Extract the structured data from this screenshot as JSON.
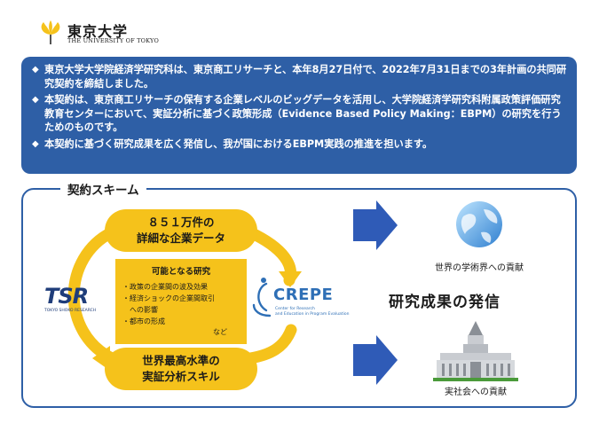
{
  "logo": {
    "name_ja": "東京大学",
    "name_en": "THE UNIVERSITY OF TOKYO"
  },
  "summary": [
    "東京大学大学院経済学研究科は、東京商工リサーチと、本年8月27日付で、2022年7月31日までの3年計画の共同研究契約を締結しました。",
    "本契約は、東京商工リサーチの保有する企業レベルのビッグデータを活用し、大学院経済学研究科附属政策評価研究教育センターにおいて、実証分析に基づく政策形成（Evidence Based Policy Making：EBPM）の研究を行うためのものです。",
    "本契約に基づく研究成果を広く発信し、我が国におけるEBPM実践の推進を担います。"
  ],
  "bullet_glyph": "◆",
  "scheme": {
    "title": "契約スキーム",
    "top_pill": [
      "８５１万件の",
      "詳細な企業データ"
    ],
    "bottom_pill": [
      "世界最高水準の",
      "実証分析スキル"
    ],
    "inner_title": "可能となる研究",
    "inner_items": [
      "・政策の企業間の波及効果",
      "・経済ショックの企業間取引",
      "　への影響",
      "・都市の形成"
    ],
    "inner_etc": "など",
    "tsr": {
      "name": "TSR",
      "sub": "TOKYO SHOKO RESEARCH"
    },
    "crepe": {
      "name": "CREPE",
      "sub1": "Center for Research",
      "sub2": "and Education in Program Evaluation"
    },
    "top_output_label": "世界の学術界への貢献",
    "bottom_output_label": "実社会への貢献",
    "result_title": "研究成果の発信"
  },
  "colors": {
    "primary_blue": "#2e5fa6",
    "yellow": "#f5c21b",
    "arrow_blue": "#2f5bb7"
  }
}
